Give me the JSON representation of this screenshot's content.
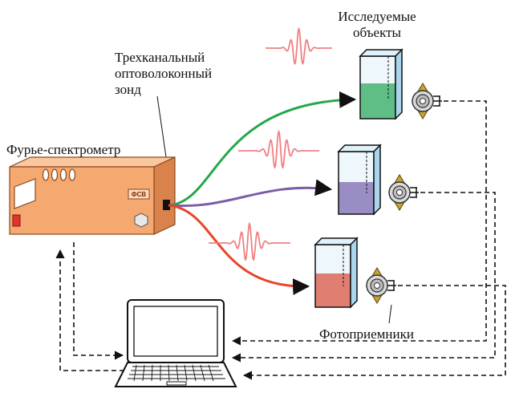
{
  "labels": {
    "spectrometer": "Фурье-спектрометр",
    "probe": [
      "Трехканальный",
      "оптоволоконный",
      "зонд"
    ],
    "objects": [
      "Исследуемые",
      "объекты"
    ],
    "photodetectors": "Фотоприемники",
    "device_badge": "ФСВ"
  },
  "channels": [
    {
      "name": "green",
      "color": "#23a84a"
    },
    {
      "name": "purple",
      "color": "#7e5ca8"
    },
    {
      "name": "red",
      "color": "#e8452a"
    }
  ],
  "colors": {
    "box_front": "#f5a870",
    "box_top": "#fbc79e",
    "box_side": "#d9824b",
    "pulse": "#f08080",
    "signal_line": "#111111"
  },
  "icons": [
    "fiber-probe-icon",
    "cuvette-icon",
    "photodiode-icon",
    "laptop-icon"
  ]
}
